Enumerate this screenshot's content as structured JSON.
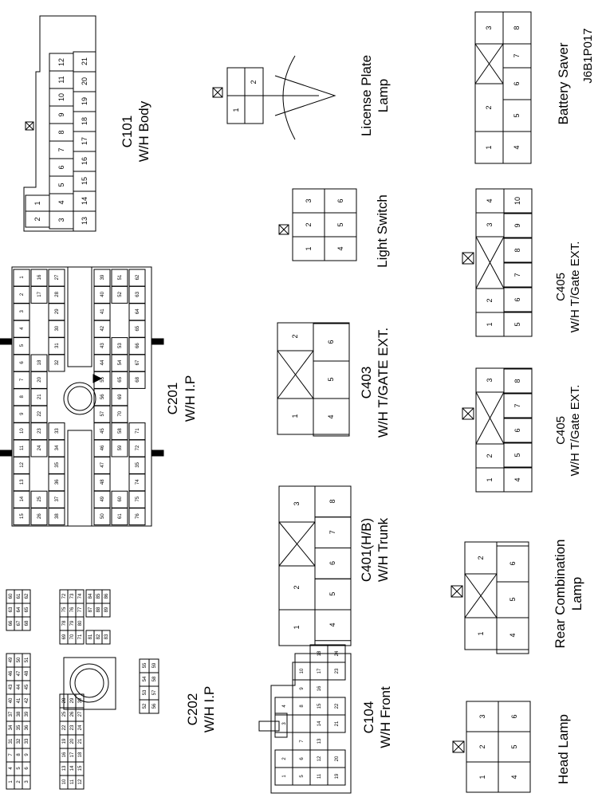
{
  "figure_id": "J6B1P017",
  "connectors": {
    "c101": {
      "code": "C101",
      "name": "W/H Body"
    },
    "c201": {
      "code": "C201",
      "name": "W/H I.P"
    },
    "c202": {
      "code": "C202",
      "name": "W/H I.P"
    },
    "c104": {
      "code": "C104",
      "name": "W/H Front"
    },
    "c403": {
      "code": "C403",
      "name": "W/H T/GATE EXT."
    },
    "c401": {
      "code": "C401(H/B)",
      "name": "W/H Trunk"
    },
    "c405a": {
      "code": "C405",
      "name": "W/H T/Gate EXT."
    },
    "c405b": {
      "code": "C405",
      "name": "W/H T/Gate EXT."
    },
    "license": {
      "line1": "License Plate",
      "line2": "Lamp"
    },
    "battery": {
      "name": "Battery Saver"
    },
    "light_switch": {
      "name": "Light Switch"
    },
    "rear_comb": {
      "line1": "Rear Combination",
      "line2": "Lamp"
    },
    "head_lamp": {
      "name": "Head Lamp"
    }
  },
  "pins": {
    "c101": [
      [
        "1",
        "2",
        "",
        "",
        "",
        "",
        "",
        "",
        "",
        "",
        "",
        ""
      ],
      [
        "3",
        "4",
        "5",
        "6",
        "7",
        "8",
        "9",
        "10",
        "11",
        "12"
      ],
      [
        "13",
        "14",
        "15",
        "16",
        "17",
        "18",
        "19",
        "20",
        "21"
      ]
    ],
    "battery": [
      "1",
      "2",
      "3",
      "4",
      "5",
      "6",
      "7",
      "8"
    ],
    "license": [
      "1",
      "2"
    ],
    "light_switch": [
      "1",
      "2",
      "3",
      "4",
      "5",
      "6"
    ],
    "c403": [
      "1",
      "2",
      "3",
      "4",
      "5",
      "6"
    ],
    "c405_10": [
      "1",
      "2",
      "3",
      "4",
      "5",
      "6",
      "7",
      "8",
      "9",
      "10"
    ],
    "c405_8": [
      "1",
      "2",
      "3",
      "4",
      "5",
      "6",
      "7",
      "8"
    ],
    "c401": [
      "1",
      "2",
      "3",
      "4",
      "5",
      "6",
      "7",
      "8"
    ],
    "rear_comb": [
      "1",
      "2",
      "3",
      "4",
      "5",
      "6"
    ],
    "head_lamp": [
      "1",
      "2",
      "3",
      "4",
      "5",
      "6"
    ],
    "c201_rows": [
      [
        "1",
        "2",
        "3",
        "4",
        "5",
        "6",
        "7",
        "8",
        "9",
        "10",
        "11",
        "12",
        "13",
        "14",
        "15"
      ],
      [
        "16",
        "17",
        "",
        "",
        "",
        "18",
        "20",
        "21",
        "22",
        "23",
        "24",
        "",
        "",
        "25",
        "26"
      ],
      [
        "27",
        "28",
        "29",
        "30",
        "31",
        "32",
        "",
        "",
        "",
        "33",
        "34",
        "35",
        "36",
        "37",
        "38"
      ],
      [
        "39",
        "40",
        "41",
        "42",
        "43",
        "44",
        "55",
        "56",
        "57",
        "45",
        "46",
        "47",
        "48",
        "49",
        "50"
      ],
      [
        "51",
        "52",
        "",
        "",
        "53",
        "54",
        "65",
        "69",
        "70",
        "58",
        "59",
        "",
        "",
        "60",
        "61"
      ],
      [
        "62",
        "63",
        "64",
        "65",
        "66",
        "67",
        "68",
        "",
        "",
        "71",
        "72",
        "35",
        "74",
        "75",
        "76"
      ]
    ],
    "c202_left": [
      [
        "1",
        "2",
        "3"
      ],
      [
        "4",
        "5",
        "6"
      ],
      [
        "7",
        "8",
        "9"
      ],
      [
        "31",
        "32",
        "33"
      ],
      [
        "34",
        "35",
        "36"
      ],
      [
        "37",
        "38",
        "39"
      ],
      [
        "40",
        "41",
        "42"
      ],
      [
        "43",
        "44",
        "45"
      ],
      [
        "46",
        "47",
        "48"
      ],
      [
        "49",
        "50",
        "51"
      ]
    ],
    "c202_mid": [
      [
        "10",
        "11",
        "12"
      ],
      [
        "13",
        "14",
        "15"
      ],
      [
        "16",
        "17",
        "18"
      ],
      [
        "19",
        "20",
        "21"
      ],
      [
        "22",
        "23",
        "24"
      ],
      [
        "25",
        "26",
        "27"
      ],
      [
        "28",
        "29",
        "30"
      ]
    ],
    "c202_right": [
      [
        "60",
        "61",
        "62"
      ],
      [
        "63",
        "64",
        "65"
      ],
      [
        "66",
        "67",
        "68"
      ],
      [
        "69",
        "70",
        "71"
      ],
      [
        "72",
        "73",
        "74"
      ],
      [
        "75",
        "76",
        "77"
      ],
      [
        "78",
        "79",
        "80"
      ],
      [
        "81",
        "82",
        "83"
      ],
      [
        "84",
        "85",
        "86"
      ],
      [
        "87",
        "88",
        "89"
      ]
    ],
    "c202_small": [
      [
        "52",
        "53",
        "54",
        "55"
      ],
      [
        "56",
        "57",
        "58",
        "59"
      ]
    ],
    "c104": [
      [
        "1",
        "2",
        "",
        "3",
        "4"
      ],
      [
        "5",
        "6",
        "7",
        "",
        "8",
        "9",
        "10"
      ],
      [
        "11",
        "12",
        "13",
        "14",
        "15",
        "16",
        "17",
        "18"
      ],
      [
        "19",
        "20",
        "",
        "21",
        "22",
        "",
        "23",
        "24"
      ]
    ]
  }
}
